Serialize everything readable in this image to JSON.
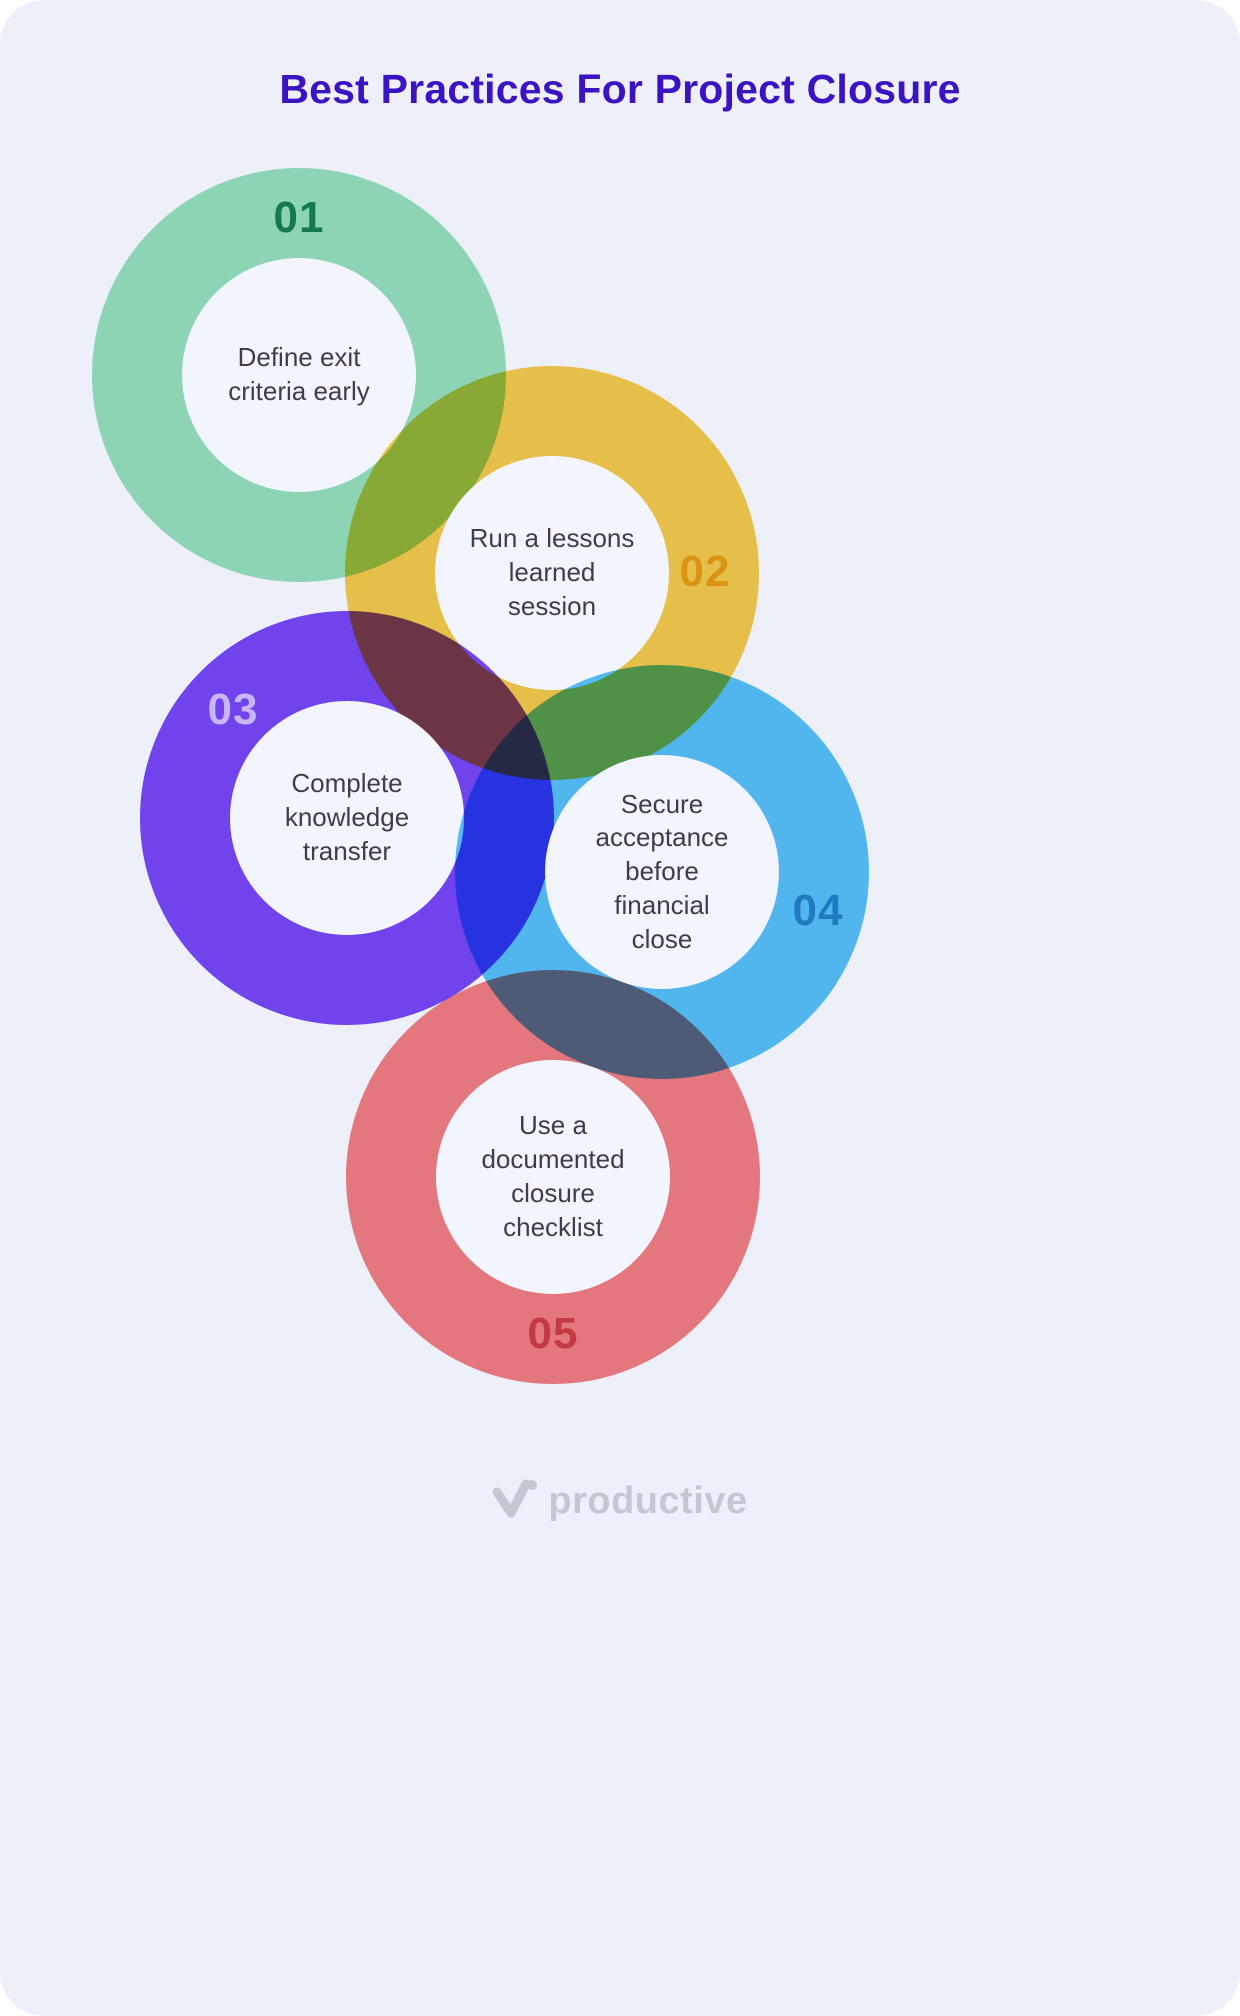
{
  "page": {
    "title": "Best Practices For Project Closure",
    "title_color": "#3B13C2",
    "background_color": "#EDEFF9",
    "text_color": "#3E3E4A"
  },
  "items": [
    {
      "number": "01",
      "label": "Define exit\ncriteria early",
      "ring_color": "#97E3B9",
      "number_color": "#147A4D"
    },
    {
      "number": "02",
      "label": "Run a lessons\nlearned\nsession",
      "ring_color": "#F8CC4C",
      "number_color": "#DB9412"
    },
    {
      "number": "03",
      "label": "Complete\nknowledge\ntransfer",
      "ring_color": "#7847F2",
      "number_color": "#C7B6F9"
    },
    {
      "number": "04",
      "label": "Secure\nacceptance\nbefore\nfinancial\nclose",
      "ring_color": "#57C2F3",
      "number_color": "#1F7AC0"
    },
    {
      "number": "05",
      "label": "Use a\ndocumented\nclosure\nchecklist",
      "ring_color": "#F57F80",
      "number_color": "#C43A42"
    }
  ],
  "footer": {
    "brand": "productive",
    "brand_color": "#C2C7D3",
    "icon": "checkmark-logo"
  }
}
